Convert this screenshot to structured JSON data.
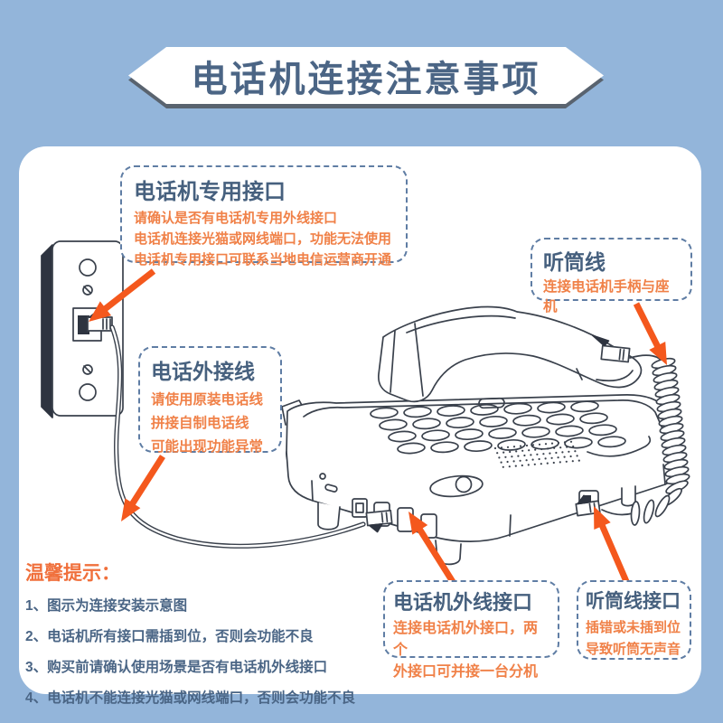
{
  "banner": {
    "title": "电话机连接注意事项"
  },
  "callouts": [
    {
      "id": "dedicated-port",
      "title": "电话机专用接口",
      "lines": [
        "请确认是否有电话机专用外线接口",
        "电话机连接光猫或网线端口，功能无法使用",
        "电话机专用接口可联系当地电信运营商开通"
      ]
    },
    {
      "id": "handset-cord",
      "title": "听筒线",
      "lines": [
        "连接电话机手柄与座机"
      ]
    },
    {
      "id": "external-line",
      "title": "电话外接线",
      "lines": [
        "请使用原装电话线",
        "拼接自制电话线",
        "可能出现功能异常"
      ]
    },
    {
      "id": "phone-line-port",
      "title": "电话机外线接口",
      "lines": [
        "连接电话机外接口，两个",
        "外接口可并接一台分机"
      ]
    },
    {
      "id": "handset-cord-port",
      "title": "听筒线接口",
      "lines": [
        "插错或未插到位",
        "导致听筒无声音"
      ]
    }
  ],
  "tips": {
    "title": "温馨提示：",
    "items": [
      "1、图示为连接安装示意图",
      "2、电话机所有接口需插到位，否则会功能不良",
      "3、购买前请确认使用场景是否有电话机外线接口",
      "4、电话机不能连接光猫或网线端口，否则会功能不良"
    ]
  },
  "colors": {
    "background_blue": "#93b5da",
    "panel_white": "#ffffff",
    "title_slate": "#4b6585",
    "accent_orange_text": "#f08148",
    "arrow_orange": "#f4581d",
    "dash_border_blue": "#5f7da4",
    "line_art": "#3a414c",
    "banner_shadow": "#59636f"
  }
}
